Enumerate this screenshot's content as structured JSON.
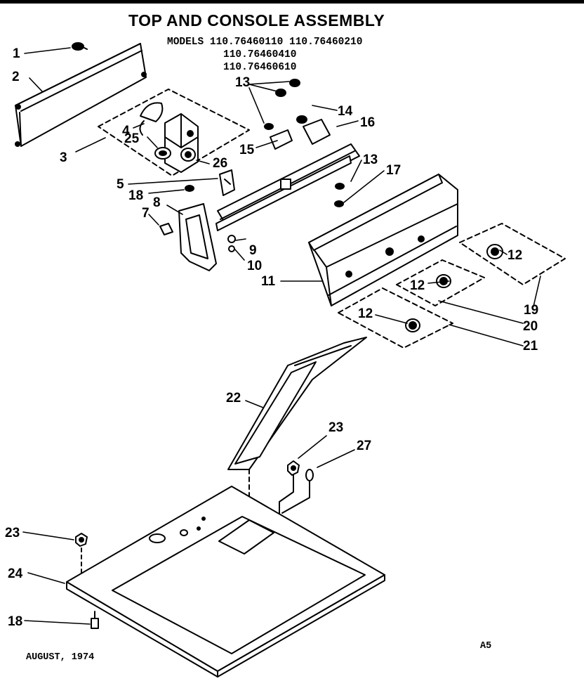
{
  "title": "TOP AND CONSOLE ASSEMBLY",
  "models": {
    "line1": "MODELS 110.76460110 110.76460210",
    "line2": "110.76460410",
    "line3": "110.76460610"
  },
  "footer": {
    "date": "AUGUST, 1974",
    "code": "A5"
  },
  "callouts": [
    "1",
    "2",
    "3",
    "4",
    "25",
    "26",
    "5",
    "18",
    "8",
    "7",
    "13",
    "14",
    "16",
    "15",
    "13",
    "17",
    "9",
    "10",
    "11",
    "12",
    "12",
    "12",
    "19",
    "20",
    "21",
    "22",
    "23",
    "27",
    "23",
    "24",
    "18"
  ]
}
